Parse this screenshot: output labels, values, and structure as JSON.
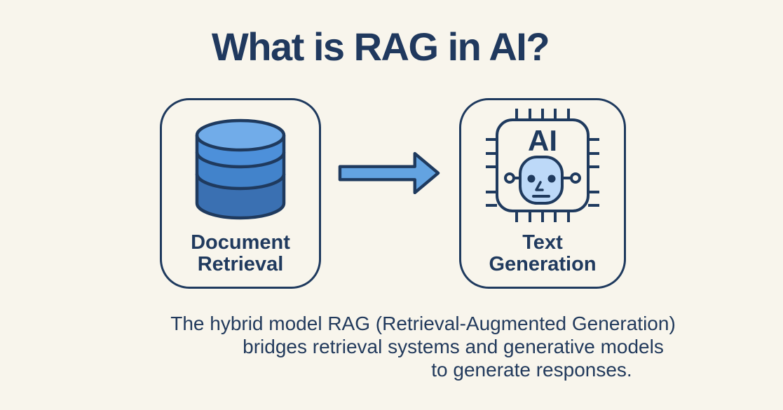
{
  "title": "What is RAG in AI?",
  "diagram": {
    "document_retrieval": {
      "icon": "database-icon",
      "label": "Document Retrieval",
      "label_line1": "Document",
      "label_line2": "Retrieval"
    },
    "arrow": {
      "icon": "arrow-right-icon",
      "direction": "right"
    },
    "text_generation": {
      "icon": "ai-chip-robot-face-icon",
      "chip_text": "AI",
      "label": "Text Generation",
      "label_line1": "Text",
      "label_line2": "Generation"
    }
  },
  "caption": {
    "lines": [
      "The hybrid model RAG (Retrieval-Augmented Generation)",
      "bridges retrieval systems and generative models",
      "to generate responses."
    ]
  },
  "colors": {
    "background": "#F8F5EC",
    "navy_text_stroke": "#1F3A5E",
    "cylinder_top": "#71ACE9",
    "cylinder_band1": "#4D90DA",
    "cylinder_band2": "#4283CB",
    "cylinder_band3": "#3A70B2",
    "arrow_fill": "#63A3E1",
    "robot_face_fill": "#BDD9F8"
  }
}
